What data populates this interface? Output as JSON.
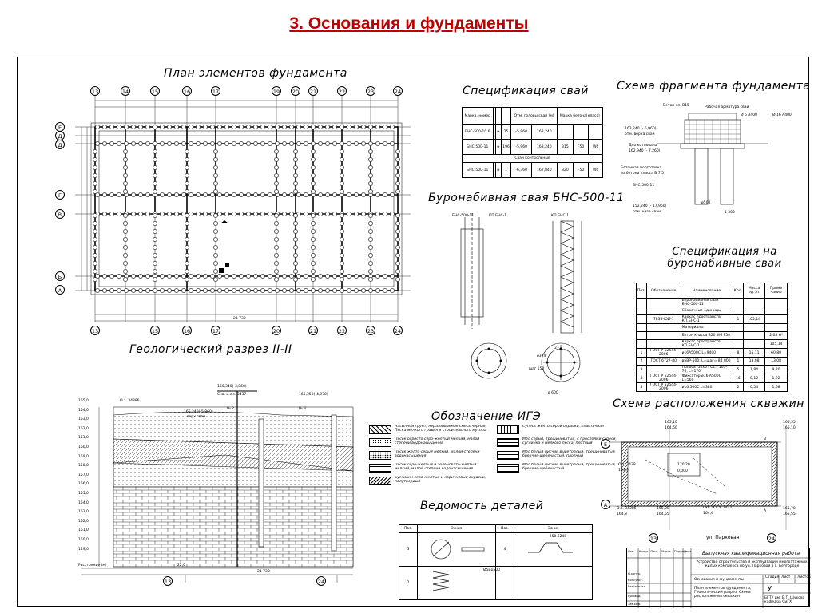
{
  "slide_title": "3. Основания и фундаменты",
  "plan": {
    "title": "План элементов фундамента",
    "axes_top": [
      "13",
      "14",
      "15",
      "16",
      "17",
      "19",
      "20",
      "21",
      "22",
      "23",
      "24"
    ],
    "axes_bottom": [
      "13",
      "15",
      "16",
      "17",
      "20",
      "21",
      "22",
      "23",
      "24"
    ],
    "axes_left": [
      "Е",
      "Д",
      "Д",
      "Г",
      "В",
      "Б",
      "А"
    ],
    "total_dim": "21 730"
  },
  "pile_spec": {
    "title": "Спецификация свай",
    "headers": [
      "Марка, номер",
      "Отм. головы сваи (м)",
      "Марка бетона(класс)"
    ],
    "rows": [
      {
        "mark": "БНС-500-10.6",
        "count": "25",
        "top": "-5,960",
        "bottom": "163,240"
      },
      {
        "mark": "БНС-500-11",
        "count": "196",
        "top": "-5,960",
        "bottom": "163,240",
        "b": "В15",
        "f": "F50",
        "w": "W6"
      },
      {
        "mark": "БНС-500-11",
        "count": "1",
        "top": "-6,360",
        "bottom": "162,840",
        "b": "В20",
        "f": "F50",
        "w": "W6"
      }
    ],
    "control": "Сваи контрольные"
  },
  "bored_pile": {
    "title": "Буронабивная свая БНС-500-11",
    "labels": [
      "БНС-500-11",
      "КП.БНС-1",
      "КП.БНС-1",
      "2 - 2",
      "ø374",
      "шаг 150",
      "ø 600"
    ]
  },
  "fragment": {
    "title": "Схема фрагмента фундамента",
    "labels": [
      "Бетон кл. В15",
      "Рабочая арматура сваи",
      "Ø 6 А400",
      "Ø 16 А400",
      "163,240 (- 5,960)",
      "отм. верха сваи",
      "Дно котлована",
      "162,940 (- 7,260)",
      "Бетонная подготовка",
      "из бетона класса В 7,5",
      "БНС-500-11",
      "152,240 (- 17,960)",
      "отм. низа сваи",
      "1 300",
      "ø500"
    ]
  },
  "spec2": {
    "title_lines": [
      "Спецификация на",
      "буронабивные сваи"
    ],
    "headers": [
      "Поз.",
      "Обозначение",
      "Наименование",
      "Кол.",
      "Масса ед.,кг",
      "Приме чание"
    ],
    "rows": [
      [
        "",
        "",
        "Буронабивная свая БНС-500-11",
        "",
        "",
        ""
      ],
      [
        "",
        "",
        "Сборочные единицы",
        "",
        "",
        ""
      ],
      [
        "",
        "7838-ЮИ-1",
        "Каркас пространств. КП.БНС-1",
        "1",
        "105,14",
        ""
      ],
      [
        "",
        "",
        "Материалы",
        "",
        "",
        ""
      ],
      [
        "",
        "",
        "Бетон класса В20 W6 F50",
        "",
        "",
        "2,08 м³"
      ],
      [
        "",
        "",
        "Каркас пространств. КП.БНС-1",
        "",
        "",
        "105,14"
      ],
      [
        "1",
        "ГОСТ Р 52544-2006",
        "ø16А500С L=9400",
        "8",
        "15,11",
        "60,88"
      ],
      [
        "2",
        "ГОСТ 6727-80",
        "ø5ВР-500, L=шаг= 84 800",
        "1",
        "13,08",
        "13,08"
      ],
      [
        "3",
        "",
        "Полоса -50х5 ГОСТ 103-76, L=170",
        "5",
        "1,84",
        "9,20"
      ],
      [
        "4",
        "ГОСТ Р 52544-2006",
        "Фиксатор ø16 А500С L=560",
        "16",
        "0,12",
        "1,92"
      ],
      [
        "5",
        "ГОСТ Р 52544-2006",
        "ø16 500С L=380",
        "2",
        "0,54",
        "1,08"
      ]
    ]
  },
  "geo": {
    "title": "Геологический разрез II-II",
    "left_scale": [
      "155,0",
      "154,0",
      "153,0",
      "152,0",
      "151,0",
      "150,0",
      "159,0",
      "158,0",
      "157,0",
      "156,0",
      "155,0",
      "154,0",
      "153,0",
      "152,0",
      "151,0",
      "150,0",
      "149,0"
    ],
    "labels": [
      "О.з. 34386",
      "Скв. и.с.з. 3437",
      "№ 2",
      "№ 3",
      "160,340(-3,860)",
      "165,350(-4,070)",
      "165,240(-5,860)",
      "верх сваи",
      "Расстояние (м)",
      "22,0",
      "21 730"
    ],
    "axes": [
      "13",
      "24"
    ]
  },
  "legend": {
    "title": "Обозначение ИГЭ",
    "items": [
      "Насыпной грунт, неразбиваемая смесь черная, Песка мелкого гравия и строительного мусора",
      "Песок охристо-серо-желтый мелкий, малой степени водонасыщения",
      "Песок желто-серый мелкий, малой степени водонасыщения",
      "Песок серо-желтый и зеленовато-желтый мелкий, малой степени водонасыщения",
      "Суглинки серо-желтый и коричневый окраски, полутвердый",
      "Супесь желто-серой окраски, пластичная",
      "Мел серый, трещиноватый, с прослоями супеси, суглинка и мелкого песка, плотный",
      "Мел белый писчий выветрелый, трещиноватый, брекчия-щебенистый, плотный",
      "Мел белый писчий выветрелый, трещиноватый, брекчия-щебенистый"
    ]
  },
  "details": {
    "title": "Ведомость деталей",
    "headers": [
      "Поз.",
      "Эскиз",
      "Поз.",
      "Эскиз"
    ],
    "rows": [
      [
        "3",
        "",
        "4",
        ""
      ],
      [
        "2",
        "",
        "",
        ""
      ]
    ],
    "notes": [
      "Ø5Вр500",
      "250.6248"
    ]
  },
  "wells": {
    "title": "Схема расположения скважин",
    "labels": [
      "165,10",
      "164,60",
      "165,55",
      "165,10",
      "170,20",
      "0,000",
      "165,00",
      "164,55",
      "165,70",
      "165,55",
      "О.з. 34386",
      "164,8",
      "Скв. и.с.з. 3437",
      "164,4",
      "О.з. 3438",
      "164,9",
      "ул. Парковая",
      "Е",
      "А",
      "13",
      "24",
      "А",
      "В"
    ]
  },
  "titleblock": {
    "work": "Выпускная квалификационная работа",
    "subject": "Устройство строительства и эксплуатации многоэтажных жилых комплекса по ул. Парковой в г. Белгороде",
    "section": "Основания и фундаменты",
    "sheet_desc": "План элементов фундамента, Геологический разрез, Схема расположения скважин",
    "stage": "У",
    "org": "БГТУ им. В.Г. Шухова кафедра СиГХ",
    "roles": [
      "Изм.",
      "Кол.уч",
      "Лист",
      "№ док",
      "Подпись",
      "Дата",
      "Разработал",
      "Консульт.",
      "Руковод.",
      "Зав.каф.",
      "Н.контр."
    ],
    "cols": [
      "Стадия",
      "Лист",
      "Листов"
    ]
  }
}
